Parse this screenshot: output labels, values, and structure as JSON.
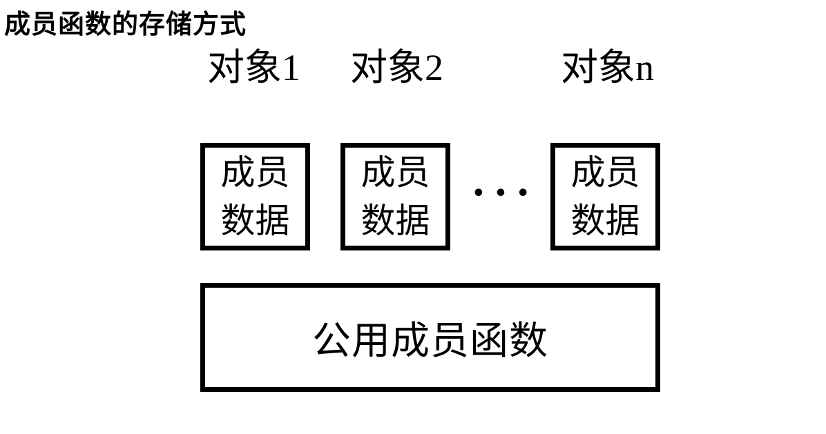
{
  "page": {
    "title": "成员函数的存储方式"
  },
  "colors": {
    "ink": "#000000",
    "background": "#ffffff"
  },
  "diagram": {
    "object_labels": [
      {
        "label": "对象1"
      },
      {
        "label": "对象2"
      },
      {
        "label": "对象n"
      }
    ],
    "member_boxes": [
      {
        "line1": "成员",
        "line2": "数据"
      },
      {
        "line1": "成员",
        "line2": "数据"
      },
      {
        "line1": "成员",
        "line2": "数据"
      }
    ],
    "ellipsis": "•••",
    "shared_box_label": "公用成员函数"
  }
}
